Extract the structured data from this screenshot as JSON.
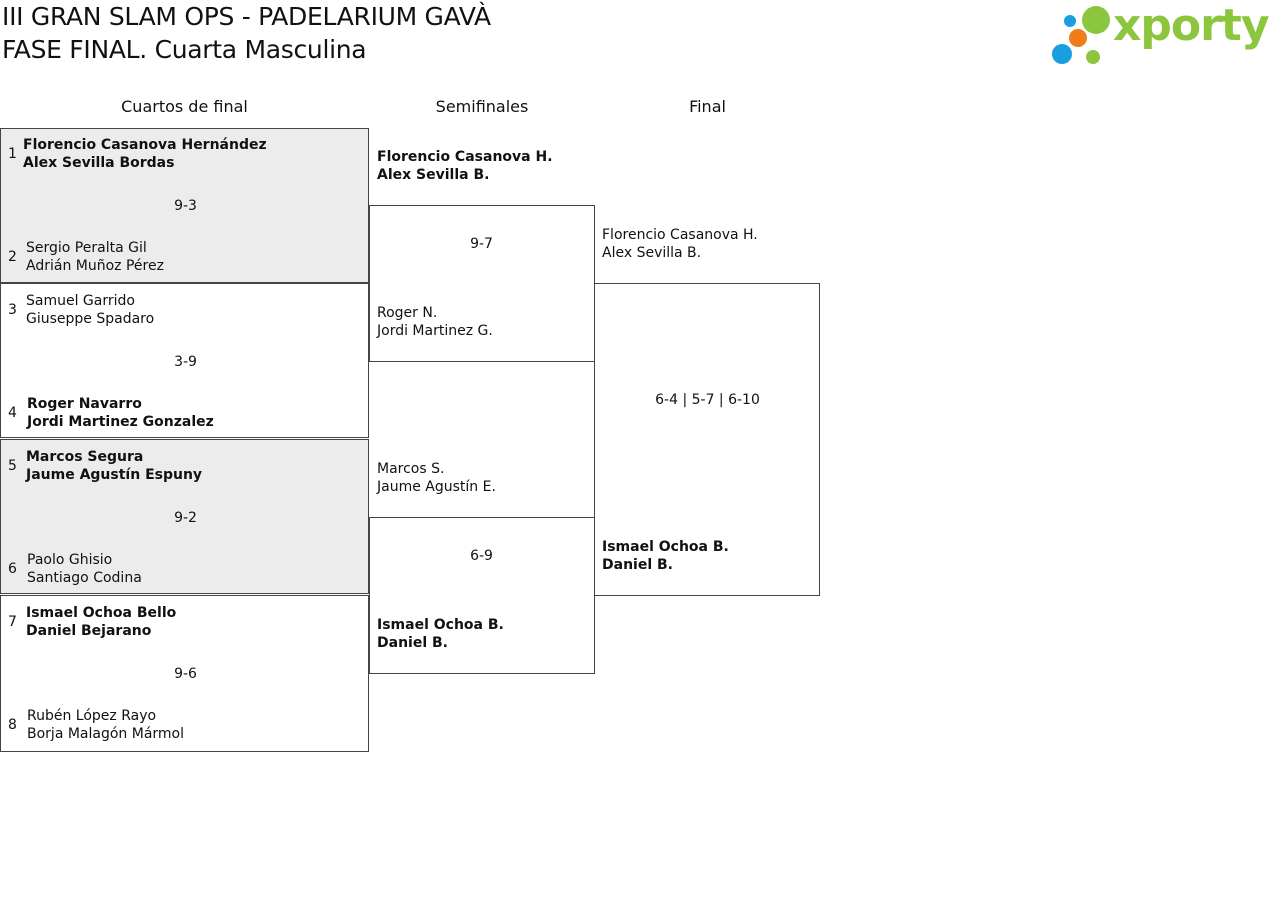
{
  "header": {
    "title_line1": "III GRAN SLAM OPS - PADELARIUM GAVÀ",
    "title_line2": "FASE FINAL. Cuarta Masculina",
    "logo_text": "xporty",
    "logo_colors": {
      "blue": "#1a9ee0",
      "orange": "#f07d1a",
      "green": "#8cc63f"
    }
  },
  "rounds": [
    "Cuartos de final",
    "Semifinales",
    "Final"
  ],
  "quarterfinals": [
    {
      "score": "9-3",
      "top": {
        "seed": "1",
        "p1": "Florencio Casanova Hernández",
        "p2": "Alex Sevilla Bordas"
      },
      "bottom": {
        "seed": "2",
        "p1": "Sergio Peralta Gil",
        "p2": "Adrián Muñoz Pérez"
      }
    },
    {
      "score": "3-9",
      "top": {
        "seed": "3",
        "p1": "Samuel Garrido",
        "p2": "Giuseppe Spadaro"
      },
      "bottom": {
        "seed": "4",
        "p1": "Roger Navarro",
        "p2": "Jordi Martinez Gonzalez"
      }
    },
    {
      "score": "9-2",
      "top": {
        "seed": "5",
        "p1": "Marcos Segura",
        "p2": "Jaume Agustín Espuny"
      },
      "bottom": {
        "seed": "6",
        "p1": "Paolo Ghisio",
        "p2": "Santiago Codina"
      }
    },
    {
      "score": "9-6",
      "top": {
        "seed": "7",
        "p1": "Ismael Ochoa Bello",
        "p2": "Daniel Bejarano"
      },
      "bottom": {
        "seed": "8",
        "p1": "Rubén López Rayo",
        "p2": "Borja Malagón Mármol"
      }
    }
  ],
  "semifinals": [
    {
      "score": "9-7",
      "top": {
        "p1": "Florencio Casanova H.",
        "p2": "Alex Sevilla B."
      },
      "bottom": {
        "p1": "Roger N.",
        "p2": "Jordi Martinez G."
      }
    },
    {
      "score": "6-9",
      "top": {
        "p1": "Marcos S.",
        "p2": "Jaume Agustín E."
      },
      "bottom": {
        "p1": "Ismael Ochoa B.",
        "p2": "Daniel B."
      }
    }
  ],
  "final": {
    "score": "6-4 | 5-7 | 6-10",
    "top": {
      "p1": "Florencio Casanova H.",
      "p2": "Alex Sevilla B."
    },
    "bottom": {
      "p1": "Ismael Ochoa B.",
      "p2": "Daniel B."
    }
  }
}
